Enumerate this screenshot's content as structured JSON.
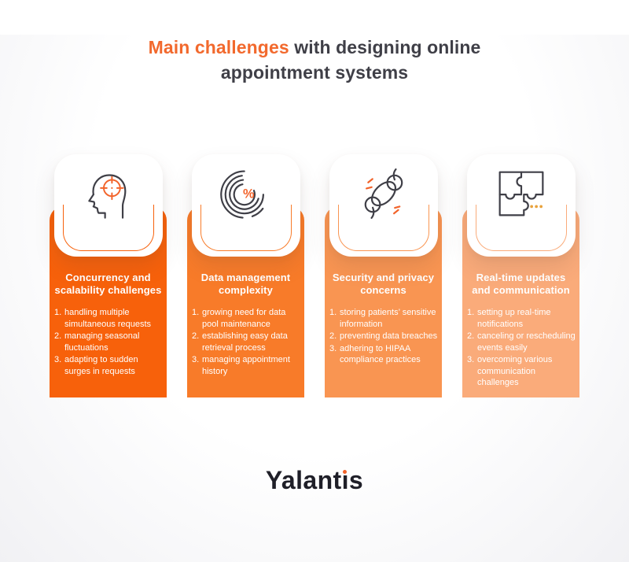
{
  "header": {
    "title_highlight": "Main challenges",
    "title_rest": "with designing online appointment systems"
  },
  "colors": {
    "accent_orange": "#F2692D",
    "heading_dark": "#3F3F47",
    "logo_dark": "#1F1F28",
    "card_text": "#FFFFFF",
    "icon_stroke": "#3F3F47",
    "icon_accent": "#F2632A",
    "puzzle_dots": "#E8A23C",
    "background_top": "#FFFFFF",
    "background_bottom": "#F1F1F4"
  },
  "cards": [
    {
      "icon": "head-target-icon",
      "color": "#F7610B",
      "style": "--c:#F7610B",
      "title": "Concurrency and\nscalability challenges",
      "items": [
        "handling multiple\nsimultaneous requests",
        "managing seasonal\nfluctuations",
        "adapting to sudden\nsurges in requests"
      ]
    },
    {
      "icon": "percent-arcs-icon",
      "color": "#F87B29",
      "style": "--c:#F87B29",
      "title": "Data management\ncomplexity",
      "items": [
        "growing need for data\npool maintenance",
        "establishing easy data\nretrieval process",
        "managing appointment\nhistory"
      ]
    },
    {
      "icon": "broken-chain-icon",
      "color": "#F99552",
      "style": "--c:#F99552",
      "title": "Security and privacy\nconcerns",
      "items": [
        "storing patients’ sensitive\ninformation",
        "preventing data breaches",
        "adhering to HIPAA\ncompliance practices"
      ]
    },
    {
      "icon": "puzzle-icon",
      "color": "#FAAB7A",
      "style": "--c:#FAAB7A",
      "title": "Real-time updates\nand communication",
      "items": [
        "setting up real-time\nnotifications",
        "canceling or rescheduling\nevents easily",
        "overcoming various\ncommunication\nchallenges"
      ]
    }
  ],
  "footer": {
    "brand": "Yalantis",
    "brand_prefix": "Yalant",
    "brand_dotless_i": "ı",
    "brand_suffix": "s"
  }
}
